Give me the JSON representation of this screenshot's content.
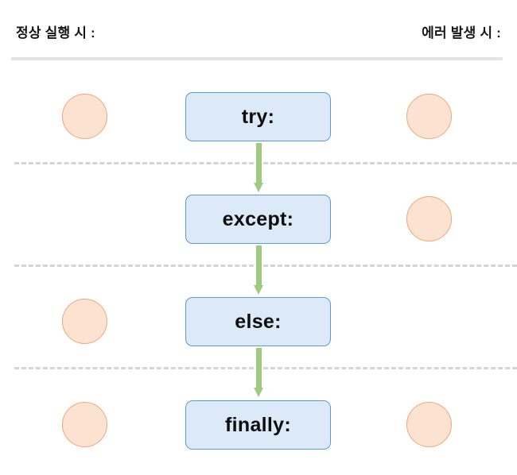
{
  "diagram": {
    "title_left": "정상 실행 시 :",
    "title_right": "에러 발생 시 :",
    "colors": {
      "node_fill": "#dce9f7",
      "node_border": "#5b9bd5",
      "node_text": "#0d0d0d",
      "dot_fill": "#fce3d1",
      "dot_border": "#f0a676",
      "arrow": "#9ecb80",
      "divider": "#d5d5d5",
      "header_rule": "#e4e4e6",
      "background": "#ffffff"
    },
    "rows": [
      {
        "label": "try:",
        "left_dot": true,
        "right_dot": true,
        "arrow_below": true
      },
      {
        "label": "except:",
        "left_dot": false,
        "right_dot": true,
        "arrow_below": true
      },
      {
        "label": "else:",
        "left_dot": true,
        "right_dot": false,
        "arrow_below": true
      },
      {
        "label": "finally:",
        "left_dot": true,
        "right_dot": false,
        "arrow_below": false
      }
    ],
    "row4_right_dot": true,
    "divider_count": 3
  }
}
